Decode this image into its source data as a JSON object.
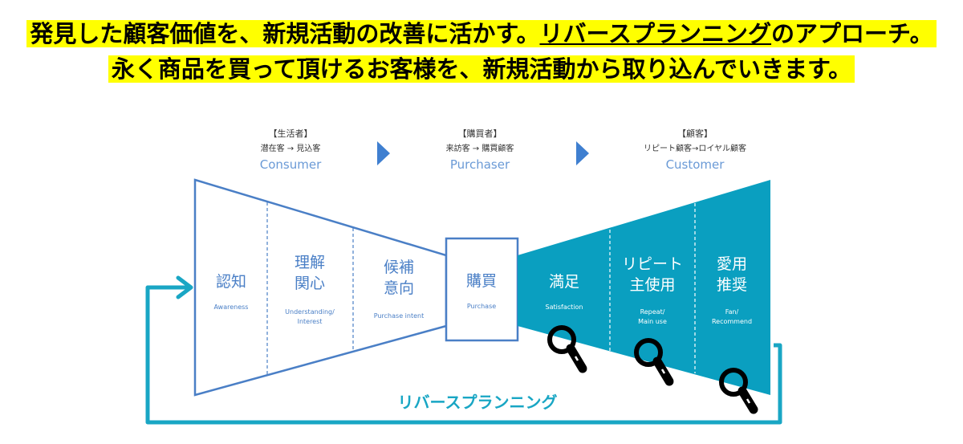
{
  "headline": {
    "line1_before": "発見した顧客価値を、新規活動の改善に活かす。",
    "line1_underlined": "リバースプランニング",
    "line1_after": "のアプローチ。",
    "line2": "永く商品を買って頂けるお客様を、新規活動から取り込んでいきます。"
  },
  "stages": [
    {
      "bracket": "【生活者】",
      "sub": "潜在客 → 見込客",
      "en": "Consumer"
    },
    {
      "bracket": "【購買者】",
      "sub": "来訪客 → 購買顧客",
      "en": "Purchaser"
    },
    {
      "bracket": "【顧客】",
      "sub": "リピート顧客→ロイヤル顧客",
      "en": "Customer"
    }
  ],
  "funnel": [
    {
      "jp1": "認知",
      "jp2": "",
      "en1": "Awareness",
      "en2": ""
    },
    {
      "jp1": "理解",
      "jp2": "関心",
      "en1": "Understanding/",
      "en2": "Interest"
    },
    {
      "jp1": "候補",
      "jp2": "意向",
      "en1": "Purchase intent",
      "en2": ""
    }
  ],
  "purchase": {
    "jp1": "購買",
    "en1": "Purchase"
  },
  "customer": [
    {
      "jp1": "満足",
      "jp2": "",
      "en1": "Satisfaction",
      "en2": ""
    },
    {
      "jp1": "リピート",
      "jp2": "主使用",
      "en1": "Repeat/",
      "en2": "Main use"
    },
    {
      "jp1": "愛用",
      "jp2": "推奨",
      "en1": "Fan/",
      "en2": "Recommend"
    }
  ],
  "loop_label": "リバースプランニング",
  "colors": {
    "outline_blue": "#4a7fc6",
    "teal_fill": "#0a9fc0",
    "stage_en_blue": "#6a9ad6",
    "arrow_blue": "#3f7fd0",
    "loop_teal": "#19a6c4",
    "highlight": "#ffff00"
  },
  "icons": [
    "magnifier-icon",
    "triangle-arrow-icon"
  ]
}
